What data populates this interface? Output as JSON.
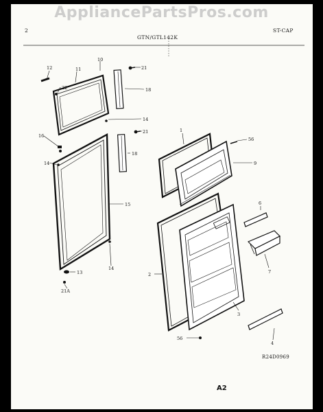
{
  "watermark": "AppliancePartsPros.com",
  "header": {
    "page_number": "2",
    "model": "GTN/GTL142K",
    "section": "ST-CAP"
  },
  "drawing_code": "R24D0969",
  "sheet_id": "A2",
  "callouts": {
    "c1": "1",
    "c2": "2",
    "c3": "3",
    "c4": "4",
    "c6": "6",
    "c7": "7",
    "c9": "9",
    "c10": "10",
    "c11": "11",
    "c12": "12",
    "c13": "13",
    "c14a": "14",
    "c14b": "14",
    "c14c": "14",
    "c15": "15",
    "c16": "16",
    "c18a": "18",
    "c18b": "18",
    "c21a": "21",
    "c21b": "21",
    "c21A": "21A",
    "c22": "22",
    "c56a": "56",
    "c56b": "56"
  }
}
